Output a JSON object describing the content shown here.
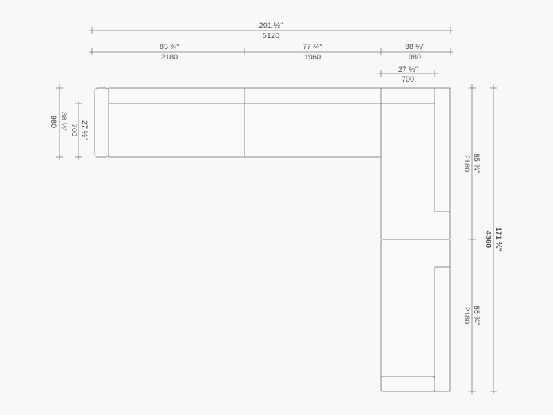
{
  "diagram": {
    "overall_width": {
      "inches": "201 ½''",
      "mm": "5120"
    },
    "segments": [
      {
        "inches": "85 ¾\"",
        "mm": "2180"
      },
      {
        "inches": "77 ¼\"",
        "mm": "1960"
      },
      {
        "inches": "38 ½\"",
        "mm": "980"
      }
    ],
    "seat_depth_top": {
      "inches": "27 ½\"",
      "mm": "700"
    },
    "left_depth": {
      "inches": "38 ½\"",
      "mm": "980"
    },
    "left_seat_depth": {
      "inches": "27 ½\"",
      "mm": "700"
    },
    "right_upper": {
      "inches": "85 ¾\"",
      "mm": "2180"
    },
    "right_lower": {
      "inches": "85 ¾\"",
      "mm": "2180"
    },
    "overall_length": {
      "inches": "171 ¾''",
      "mm": "4360"
    }
  }
}
